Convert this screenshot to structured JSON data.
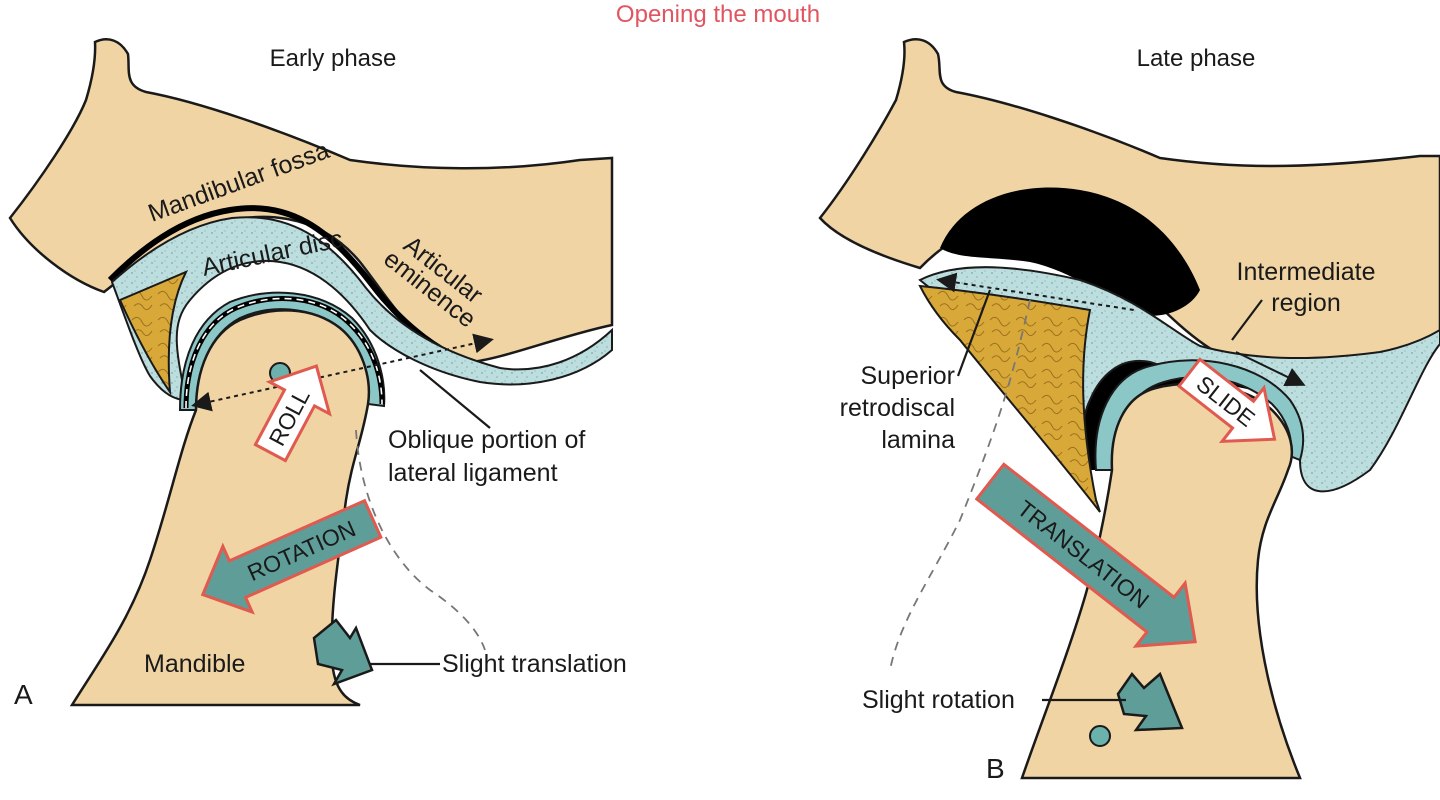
{
  "figure": {
    "title": "Opening the mouth",
    "panel_a": {
      "letter": "A",
      "phase": "Early phase",
      "labels": {
        "mandibular_fossa": "Mandibular fossa",
        "articular_disc": "Articular disc",
        "articular_eminence_1": "Articular",
        "articular_eminence_2": "eminence",
        "oblique_1": "Oblique portion of",
        "oblique_2": "lateral ligament",
        "mandible": "Mandible",
        "slight_translation": "Slight translation"
      },
      "arrows": {
        "roll": "ROLL",
        "rotation": "ROTATION"
      }
    },
    "panel_b": {
      "letter": "B",
      "phase": "Late phase",
      "labels": {
        "intermediate_1": "Intermediate",
        "intermediate_2": "region",
        "superior_1": "Superior",
        "superior_2": "retrodiscal",
        "superior_3": "lamina",
        "slight_rotation": "Slight rotation"
      },
      "arrows": {
        "slide": "SLIDE",
        "translation": "TRANSLATION"
      }
    },
    "colors": {
      "bone": "#f0d4a4",
      "disc": "#bcdedf",
      "cartilage": "#8cc7c8",
      "retrodiscal": "#d8a838",
      "accent_arrow_outline": "#e05a50",
      "title": "#e05560"
    }
  }
}
